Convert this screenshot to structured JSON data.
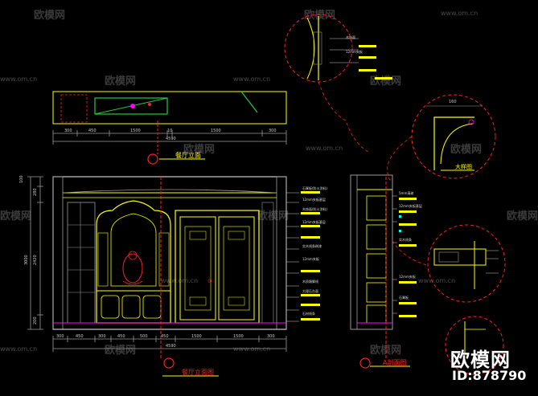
{
  "watermark": {
    "brand_cn": "欧模网",
    "url": "www.om.cn"
  },
  "titles": {
    "top_plan": "餐厅立面",
    "main_elevation": "餐厅立面图",
    "side_section": "A剖面图",
    "detail_big": "大样图"
  },
  "dimensions": {
    "top_plan_segments": [
      "300",
      "450",
      "1500",
      "10",
      "1500",
      "300"
    ],
    "top_plan_total": "4590",
    "main_bottom_segments": [
      "300",
      "450",
      "300",
      "450",
      "500",
      "450",
      "1500",
      "1500",
      "300"
    ],
    "main_bottom_total": "4590",
    "main_left_heights": [
      "100",
      "280",
      "2420",
      "3000",
      "200"
    ],
    "detail_top": "160"
  },
  "annotations": [
    "石膏板(防火涂料)",
    "12mm夹板基层",
    "木饰面(防火涂料)",
    "12mm夹板基层",
    "实木线条刷漆",
    "12mm夹板",
    "木质踢脚线",
    "大理石台面",
    "石材线条",
    "5mm清玻",
    "12mm夹板基层",
    "实木线条",
    "12mm夹板",
    "石膏板",
    "木饰面",
    "12mm夹板"
  ],
  "footer_brand": {
    "name": "欧模网",
    "id_label": "ID:878790"
  },
  "colors": {
    "background": "#000000",
    "yellow": "#ffff00",
    "red": "#ff2020",
    "white": "#ffffff",
    "green": "#22cc44",
    "magenta": "#ff00ff",
    "cyan": "#00ffff",
    "gray_line": "#9a9a9a"
  }
}
